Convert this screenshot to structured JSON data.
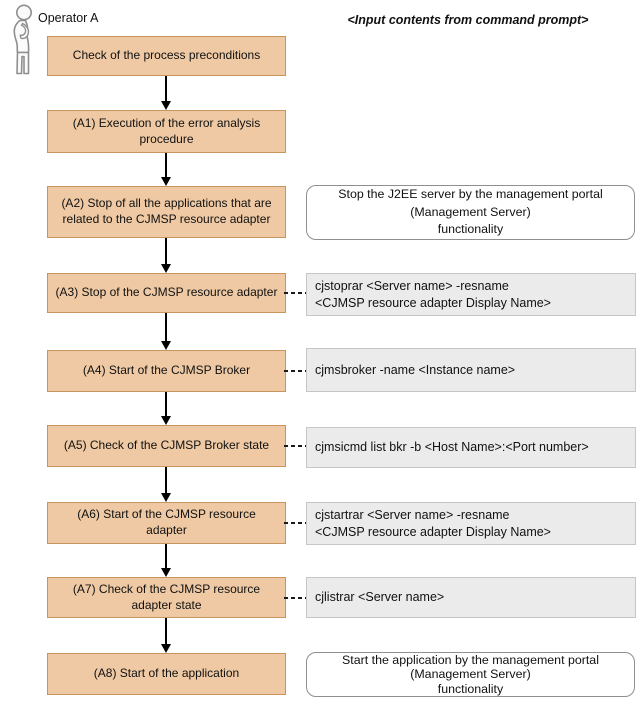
{
  "header": {
    "operator_label": "Operator A",
    "command_prompt_header": "<Input contents from command prompt>"
  },
  "flow": {
    "steps": [
      {
        "label": "Check of the process preconditions"
      },
      {
        "label": "(A1) Execution of the error analysis\nprocedure"
      },
      {
        "label": "(A2) Stop of all the applications that are\nrelated to the CJMSP resource adapter"
      },
      {
        "label": "(A3) Stop of the CJMSP resource adapter"
      },
      {
        "label": "(A4) Start of the CJMSP Broker"
      },
      {
        "label": "(A5) Check of the CJMSP Broker state"
      },
      {
        "label": "(A6)  Start of the CJMSP resource\nadapter"
      },
      {
        "label": "(A7) Check of the CJMSP resource\nadapter state"
      },
      {
        "label": "(A8) Start of the application"
      }
    ]
  },
  "annotations": {
    "notes": [
      {
        "text": "Stop the J2EE server by the management portal\n(Management Server)\nfunctionality"
      },
      {
        "text": "Start the application by the management portal\n(Management Server)\nfunctionality"
      }
    ],
    "commands": [
      {
        "text": "cjstoprar <Server name> -resname\n<CJMSP resource adapter Display Name>"
      },
      {
        "text": "cjmsbroker -name <Instance name>"
      },
      {
        "text": "cjmsicmd list bkr -b <Host Name>:<Port number>"
      },
      {
        "text": "cjstartrar <Server name> -resname\n<CJMSP resource adapter Display Name>"
      },
      {
        "text": "cjlistrar <Server name>"
      }
    ]
  },
  "colors": {
    "step_fill": "#eec9a3",
    "step_border": "#c6955f",
    "command_fill": "#ebebeb",
    "command_border": "#c6c6c6",
    "note_border": "#8f8f8f",
    "text_color": "#111111",
    "arrow_color": "#000000"
  }
}
